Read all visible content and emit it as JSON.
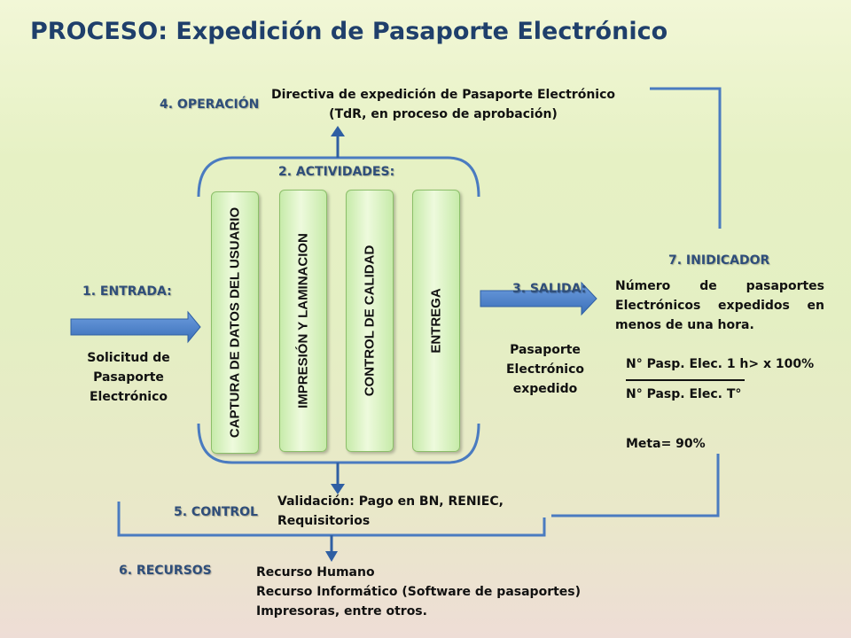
{
  "title": "PROCESO: Expedición de Pasaporte Electrónico",
  "sections": {
    "operacion": "4. OPERACIÓN",
    "actividades": "2. ACTIVIDADES:",
    "entrada": "1. ENTRADA:",
    "salida": "3. SALIDA:",
    "indicador": "7. INIDICADOR",
    "control": "5. CONTROL",
    "recursos": "6. RECURSOS"
  },
  "operacion_text": [
    "Directiva de expedición de Pasaporte Electrónico",
    "(TdR, en proceso de aprobación)"
  ],
  "activities": [
    {
      "label": "CAPTURA DE DATOS DEL USUARIO"
    },
    {
      "label": "IMPRESIÓN Y LAMINACION"
    },
    {
      "label": "CONTROL DE CALIDAD"
    },
    {
      "label": "ENTREGA"
    }
  ],
  "entrada_text": [
    "Solicitud de",
    "Pasaporte",
    "Electrónico"
  ],
  "salida_text": [
    "Pasaporte",
    "Electrónico",
    "expedido"
  ],
  "indicador_text": "Número de pasaportes Electrónicos expedidos en menos de una hora.",
  "formula": {
    "numerator": "N° Pasp. Elec. 1 h> x 100%",
    "denominator": "N° Pasp. Elec. T°"
  },
  "meta": "Meta= 90%",
  "control_text": [
    "Validación: Pago en BN, RENIEC,",
    "Requisitorios"
  ],
  "recursos_text": [
    "Recurso Humano",
    "Recurso Informático (Software de pasaportes)",
    "Impresoras, entre otros."
  ],
  "colors": {
    "arrow": "#4a7fc4",
    "bracket": "#4a7bc0",
    "title": "#1f3f6b",
    "box_border": "#8cbf6a"
  }
}
